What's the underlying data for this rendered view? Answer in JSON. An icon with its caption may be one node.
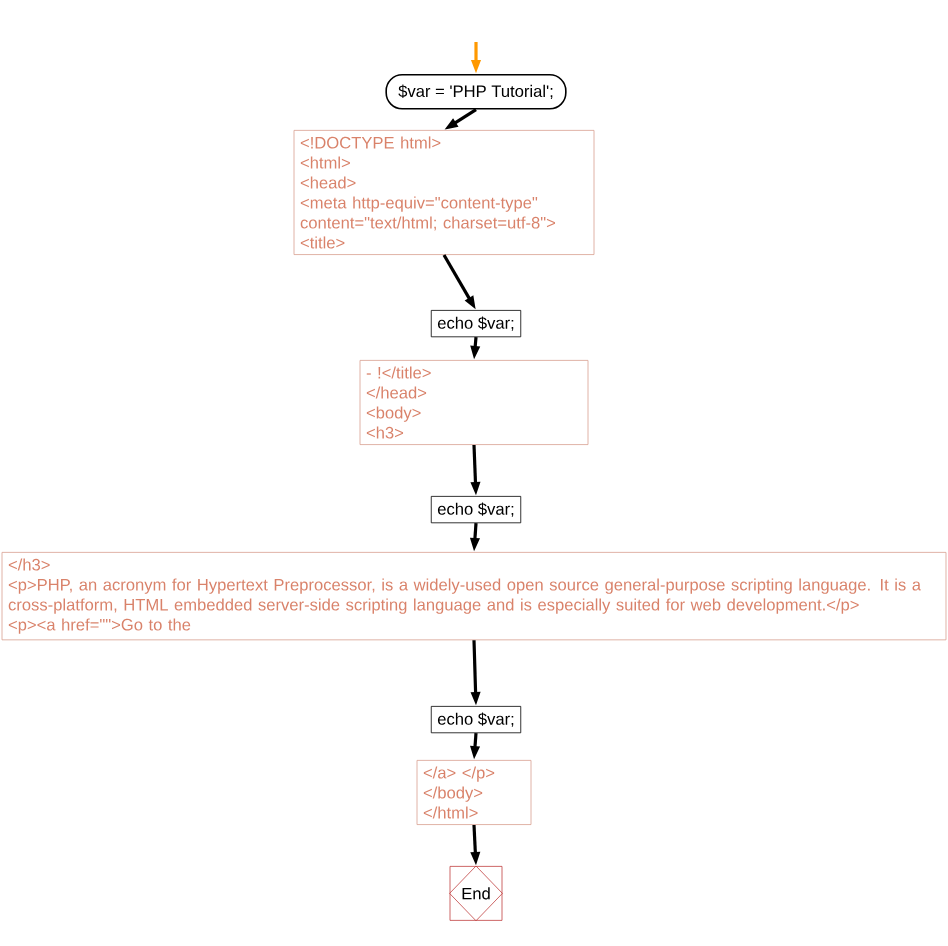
{
  "diagram": {
    "nodes": [
      {
        "text": [
          "$var = 'PHP Tutorial';"
        ]
      },
      {
        "text": [
          "<!DOCTYPE html>",
          "<html>",
          "<head>",
          "<meta http-equiv=\"content-type\" content=\"text/html; charset=utf-8\">",
          "<title>"
        ]
      },
      {
        "text": [
          "echo $var;"
        ]
      },
      {
        "text": [
          "- !</title>",
          "</head>",
          "<body>",
          "<h3>"
        ]
      },
      {
        "text": [
          "echo $var;"
        ]
      },
      {
        "text": [
          "</h3>",
          "<p>PHP, an acronym for Hypertext Preprocessor, is a widely-used open source general-purpose scripting language. It is a cross-platform, HTML embedded server-side scripting language and is especially suited for web development.</p>",
          "<p><a href=\"\">Go to the"
        ]
      },
      {
        "text": [
          "echo $var;"
        ]
      },
      {
        "text": [
          "</a> </p>",
          "</body>",
          "</html>"
        ]
      },
      {
        "text": [
          "End"
        ]
      }
    ],
    "edges": [
      {
        "from": null,
        "to": 0,
        "arrow": "to",
        "color": "#ff9900"
      },
      {
        "from": 0,
        "to": 1,
        "arrow": "to"
      },
      {
        "from": 1,
        "to": 2,
        "arrow": "to"
      },
      {
        "from": 2,
        "to": 3,
        "arrow": "to"
      },
      {
        "from": 3,
        "to": 4,
        "arrow": "to"
      },
      {
        "from": 4,
        "to": 5,
        "arrow": "to"
      },
      {
        "from": 5,
        "to": 6,
        "arrow": "to"
      },
      {
        "from": 6,
        "to": 7,
        "arrow": "to"
      },
      {
        "from": 7,
        "to": 8,
        "arrow": "to"
      }
    ]
  }
}
